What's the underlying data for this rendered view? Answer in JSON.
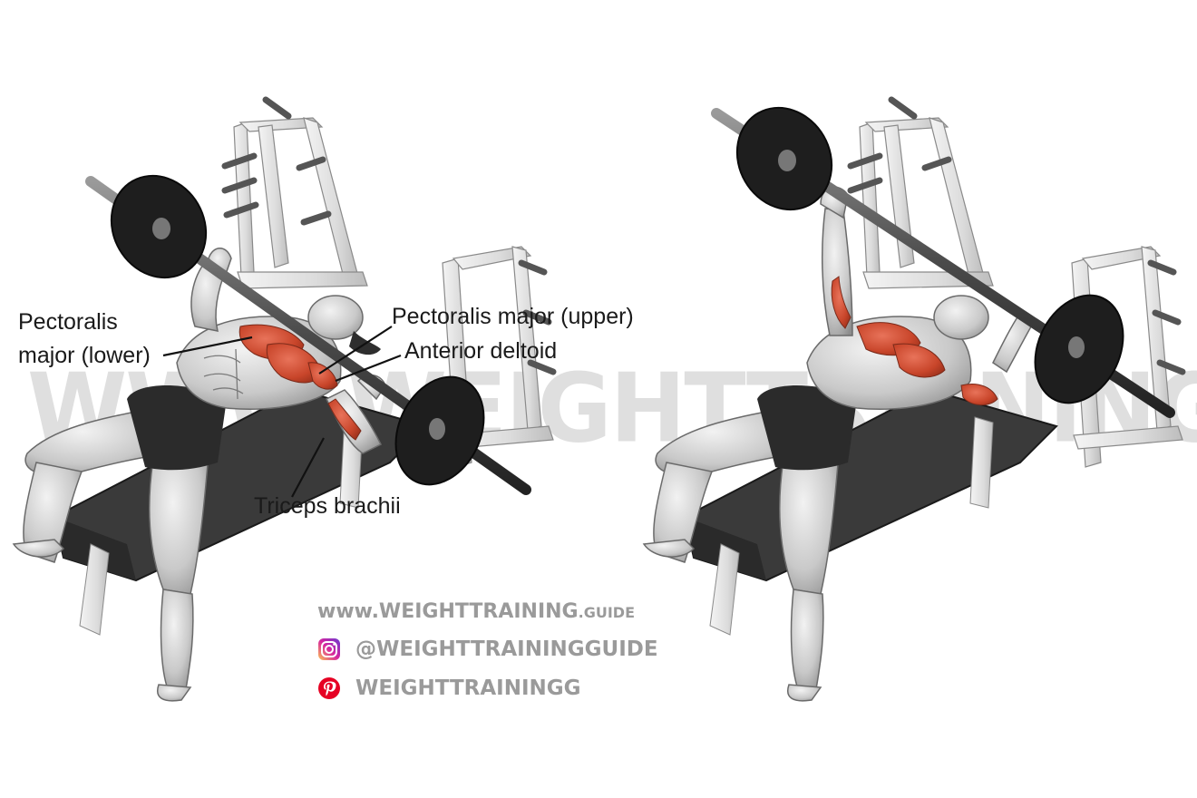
{
  "labels": {
    "pec_lower_line1": "Pectoralis",
    "pec_lower_line2": "major (lower)",
    "pec_upper": "Pectoralis major (upper)",
    "anterior_deltoid": "Anterior deltoid",
    "triceps": "Triceps brachii"
  },
  "watermark": {
    "website_main": "www.WEIGHTTRAINING",
    "website_suffix": ".GUIDE",
    "instagram": "@WEIGHTTRAININGGUIDE",
    "pinterest": "WEIGHTTRAININGG",
    "background_text": "WWW.WEIGHTTRAINING.GUIDE"
  },
  "icons": {
    "instagram": "instagram-icon",
    "pinterest": "pinterest-icon"
  },
  "colors": {
    "muscle_highlight": "#c8452a",
    "watermark_gray": "#9a9a9a",
    "instagram_pink": "#d6249f",
    "pinterest_red": "#e60023"
  }
}
